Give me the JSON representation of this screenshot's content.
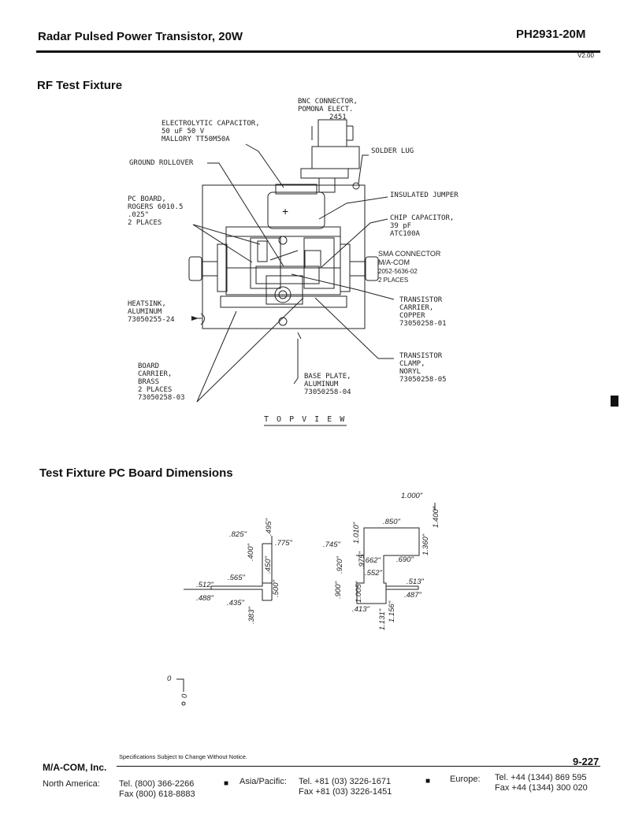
{
  "header": {
    "title": "Radar Pulsed Power Transistor, 20W",
    "part_number": "PH2931-20M",
    "version": "V2.00"
  },
  "rf_section": {
    "title": "RF Test Fixture",
    "view_label": "T O P   V I E W",
    "callouts": {
      "bnc_1": "BNC CONNECTOR,",
      "bnc_2": "POMONA ELECT.",
      "bnc_3": "2451",
      "cap_1": "ELECTROLYTIC CAPACITOR,",
      "cap_2": "50 uF 50 V",
      "cap_3": "MALLORY TT50M50A",
      "ground": "GROUND ROLLOVER",
      "solder": "SOLDER LUG",
      "pcb_1": "PC BOARD,",
      "pcb_2": "ROGERS 6010.5",
      "pcb_3": ".025\"",
      "pcb_4": "2 PLACES",
      "jumper": "INSULATED JUMPER",
      "chip_1": "CHIP CAPACITOR,",
      "chip_2": "39 pF",
      "chip_3": "ATC100A",
      "sma_1": "SMA CONNECTOR",
      "sma_2": "M/A-COM",
      "sma_3": "2052-5636-02",
      "sma_4": "2 PLACES",
      "heat_1": "HEATSINK,",
      "heat_2": "ALUMINUM",
      "heat_3": "73050255-24",
      "tc_1": "TRANSISTOR",
      "tc_2": "CARRIER,",
      "tc_3": "COPPER",
      "tc_4": "73050258-01",
      "clamp_1": "TRANSISTOR",
      "clamp_2": "CLAMP,",
      "clamp_3": "NORYL",
      "clamp_4": "73050258-05",
      "bc_1": "BOARD",
      "bc_2": "CARRIER,",
      "bc_3": "BRASS",
      "bc_4": "2 PLACES",
      "bc_5": "73050258-03",
      "bp_1": "BASE PLATE,",
      "bp_2": "ALUMINUM",
      "bp_3": "73050258-04",
      "plus": "+"
    }
  },
  "pcb_section": {
    "title": "Test Fixture PC Board Dimensions",
    "left_dims": {
      "d825": ".825\"",
      "d495": ".495\"",
      "d775": ".775\"",
      "d400": ".400\"",
      "d450": ".450\"",
      "d565": ".565\"",
      "d512": ".512\"",
      "d488": ".488\"",
      "d435": ".435\"",
      "d500": ".500\"",
      "d383": ".383\""
    },
    "right_dims": {
      "d1000": "1.000\"",
      "d1400": "1.400\"",
      "d1010": "1.010\"",
      "d850": ".850\"",
      "d1360": "1.360\"",
      "d745": ".745\"",
      "d920": ".920\"",
      "d975": ".975\"",
      "d662": ".662\"",
      "d690": ".690\"",
      "d552": ".552\"",
      "d513": ".513\"",
      "d900": ".900\"",
      "d1005": "1.005\"",
      "d487": ".487\"",
      "d413": ".413\"",
      "d1131": "1.131\"",
      "d1156": "1.156\""
    },
    "origin_x": "0",
    "origin_y": "0"
  },
  "footer": {
    "notice": "Specifications Subject to Change Without Notice.",
    "page": "9-227",
    "company": "M/A-COM, Inc.",
    "na_label": "North America:",
    "na_tel": "Tel. (800) 366-2266",
    "na_fax": "Fax (800) 618-8883",
    "ap_label": "Asia/Pacific:",
    "ap_tel": "Tel.  +81 (03) 3226-1671",
    "ap_fax": "Fax +81 (03) 3226-1451",
    "eu_label": "Europe:",
    "eu_tel": "Tel.  +44 (1344) 869 595",
    "eu_fax": "Fax +44 (1344) 300 020",
    "bullet": "■"
  }
}
